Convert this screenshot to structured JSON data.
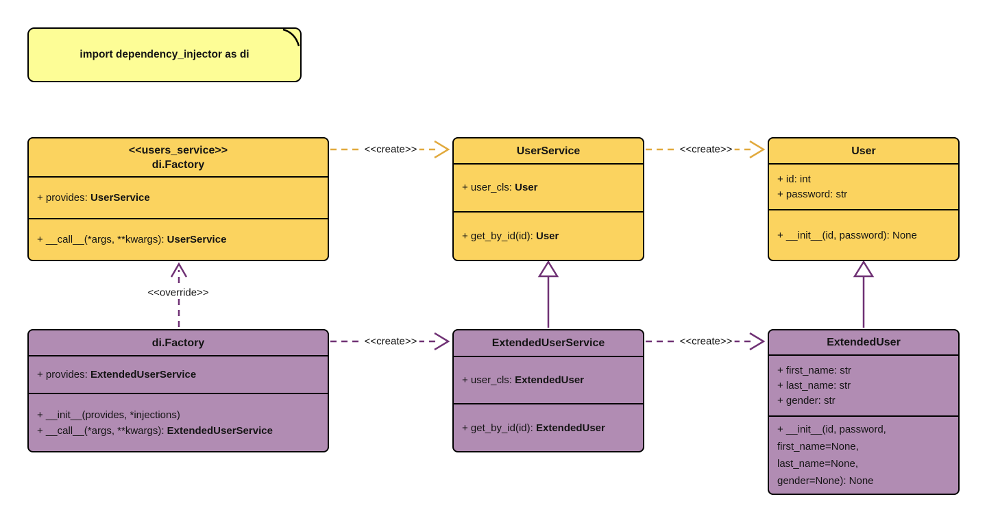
{
  "note": {
    "text": "import dependency_injector as di"
  },
  "colors": {
    "class_yellow": "#FBD35F",
    "class_purple": "#B18CB3",
    "note_yellow": "#FDFD96",
    "arrow_gold": "#E1A93C",
    "arrow_purple": "#6F3174",
    "border": "#000000",
    "background": "#FFFFFF"
  },
  "classes": [
    {
      "id": "users-service-factory",
      "stereotype": "<<users_service>>",
      "name": "di.Factory",
      "attributes": [
        {
          "text": "+ provides: ",
          "type": "UserService"
        }
      ],
      "methods": [
        {
          "text": "+ __call__(*args, **kwargs): ",
          "type": "UserService"
        }
      ]
    },
    {
      "id": "user-service",
      "name": "UserService",
      "attributes": [
        {
          "text": "+ user_cls: ",
          "type": "User"
        }
      ],
      "methods": [
        {
          "text": "+ get_by_id(id): ",
          "type": "User"
        }
      ]
    },
    {
      "id": "user",
      "name": "User",
      "attributes": [
        {
          "text": "+ id: int"
        },
        {
          "text": "+ password: str"
        }
      ],
      "methods": [
        {
          "text": "+ __init__(id, password): None"
        }
      ]
    },
    {
      "id": "extended-factory",
      "name": "di.Factory",
      "attributes": [
        {
          "text": "+ provides: ",
          "type": "ExtendedUserService"
        }
      ],
      "methods": [
        {
          "text": "+ __init__(provides, *injections)"
        },
        {
          "text": "+ __call__(*args, **kwargs): ",
          "type": "ExtendedUserService"
        }
      ]
    },
    {
      "id": "extended-user-service",
      "name": "ExtendedUserService",
      "attributes": [
        {
          "text": "+ user_cls: ",
          "type": "ExtendedUser"
        }
      ],
      "methods": [
        {
          "text": "+ get_by_id(id): ",
          "type": "ExtendedUser"
        }
      ]
    },
    {
      "id": "extended-user",
      "name": "ExtendedUser",
      "attributes": [
        {
          "text": "+ first_name: str"
        },
        {
          "text": "+ last_name: str"
        },
        {
          "text": "+ gender: str"
        }
      ],
      "methods": [
        {
          "text": "+ __init__(id, password,"
        },
        {
          "text": "first_name=None,"
        },
        {
          "text": "last_name=None,"
        },
        {
          "text": "gender=None): None"
        }
      ]
    }
  ],
  "edges": [
    {
      "label": "<<create>>"
    },
    {
      "label": "<<create>>"
    },
    {
      "label": "<<create>>"
    },
    {
      "label": "<<create>>"
    },
    {
      "label": "<<override>>"
    }
  ]
}
